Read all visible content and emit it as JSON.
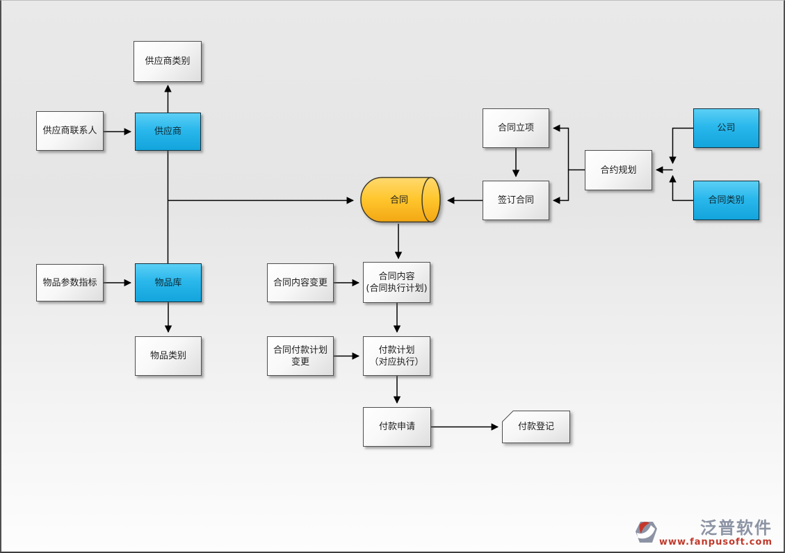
{
  "nodes": {
    "supplier_category": {
      "label": "供应商类别"
    },
    "supplier_contact": {
      "label": "供应商联系人"
    },
    "supplier": {
      "label": "供应商"
    },
    "item_params": {
      "label": "物品参数指标"
    },
    "item_library": {
      "label": "物品库"
    },
    "item_category": {
      "label": "物品类别"
    },
    "contract": {
      "label": "合同"
    },
    "contract_content_change": {
      "label": "合同内容变更"
    },
    "contract_content": {
      "line1": "合同内容",
      "line2": "(合同执行计划)"
    },
    "payment_plan_change": {
      "line1": "合同付款计划",
      "line2": "变更"
    },
    "payment_plan": {
      "line1": "付款计划",
      "line2": "（对应执行）"
    },
    "payment_request": {
      "label": "付款申请"
    },
    "payment_register": {
      "label": "付款登记"
    },
    "contract_initiation": {
      "label": "合同立项"
    },
    "sign_contract": {
      "label": "签订合同"
    },
    "contract_planning": {
      "label": "合约规划"
    },
    "company": {
      "label": "公司"
    },
    "contract_category": {
      "label": "合同类别"
    }
  },
  "watermark": {
    "brand": "泛普软件",
    "url": "www.fanpusoft.com"
  },
  "colors": {
    "node_blue": "#2ab8ec",
    "cylinder_yellow": "#ffc52c",
    "line": "#000000",
    "brand_gray": "#8c93a4",
    "brand_red": "#c0392b"
  }
}
